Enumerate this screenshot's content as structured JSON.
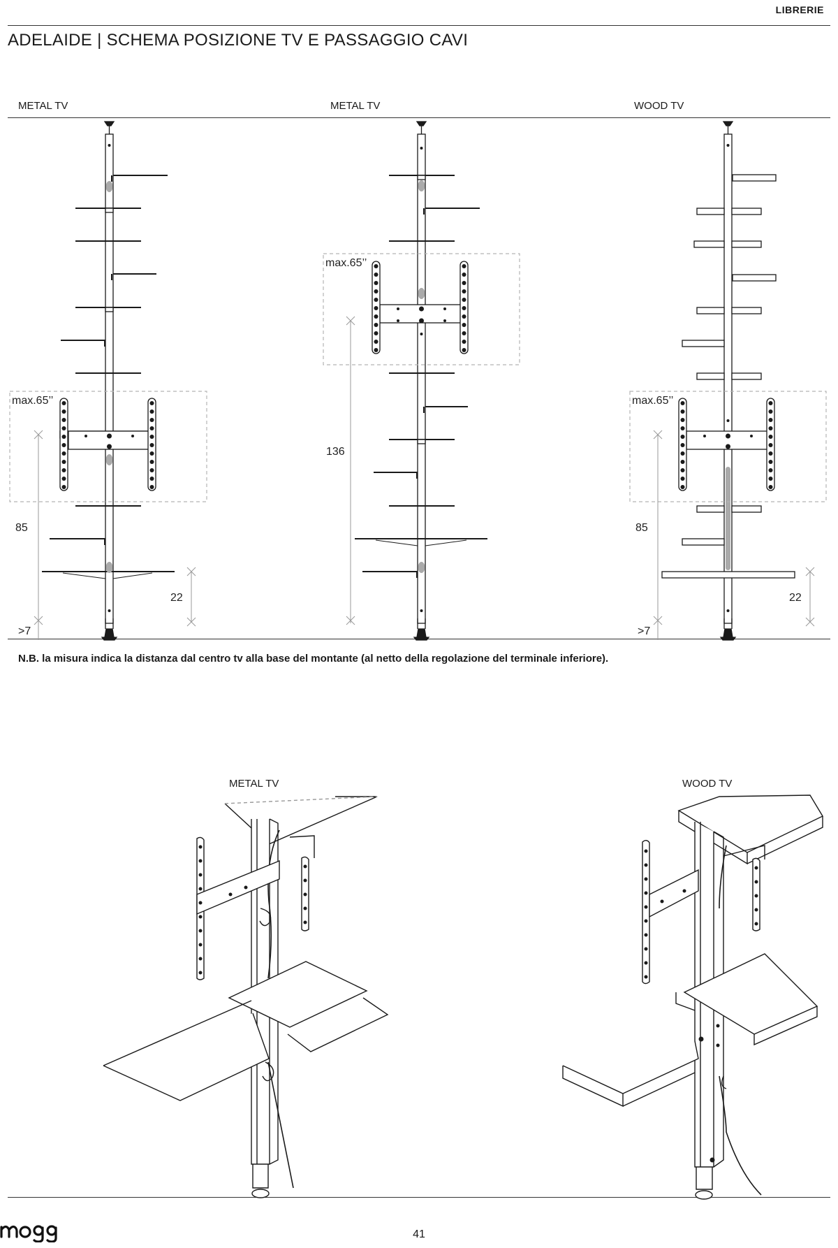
{
  "header": {
    "section": "LIBRERIE",
    "title": "ADELAIDE | SCHEMA POSIZIONE TV E PASSAGGIO CAVI"
  },
  "elevations": {
    "columns": [
      {
        "label": "METAL TV",
        "max_label": "max.65’’",
        "dims": [
          "85",
          "22",
          ">7"
        ]
      },
      {
        "label": "METAL TV",
        "max_label": "max.65’’",
        "dims": [
          "136"
        ]
      },
      {
        "label": "WOOD TV",
        "max_label": "max.65’’",
        "dims": [
          "85",
          "22",
          ">7"
        ]
      }
    ]
  },
  "note": "N.B. la misura indica la distanza dal centro tv alla base del montante (al netto della regolazione del terminale inferiore).",
  "isometric": {
    "left_label": "METAL TV",
    "right_label": "WOOD TV"
  },
  "footer": {
    "page_number": "41",
    "brand": "mogg"
  },
  "colors": {
    "line": "#1a1a1a",
    "dashed_box": "#b5b5b5",
    "cable_mark": "#aaaaaa"
  }
}
